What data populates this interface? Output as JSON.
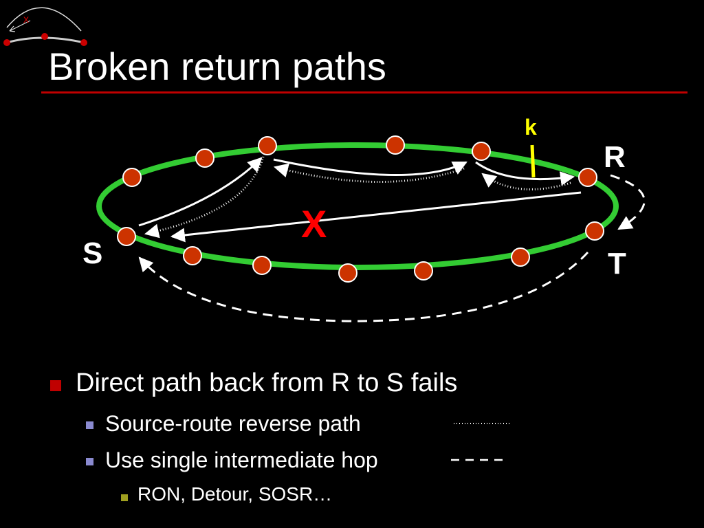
{
  "slide": {
    "title": "Broken return paths",
    "accent_color": "#c00000"
  },
  "diagram": {
    "ring_color": "#33cc33",
    "node_color": "#cc3300",
    "labels": {
      "source": "S",
      "receiver": "R",
      "intermediate": "T",
      "fault_mark": "X",
      "hop_marker": "k"
    },
    "fault_color": "#ff0000",
    "hop_marker_color": "#ffff00"
  },
  "bullets": {
    "level1": "Direct path back from R to S fails",
    "level2": [
      "Source-route reverse path",
      "Use single intermediate hop"
    ],
    "level3": "RON, Detour, SOSR…"
  },
  "legend": {
    "dotted": "source-route reverse path line",
    "dashed": "single intermediate hop line"
  }
}
